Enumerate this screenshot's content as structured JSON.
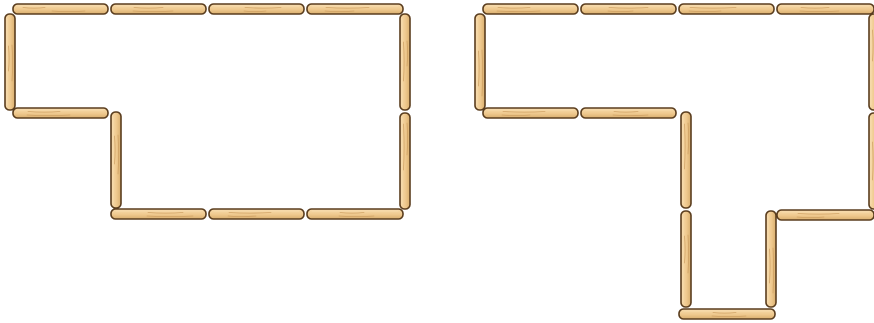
{
  "colors": {
    "stick_fill": "#efc98e",
    "stick_stroke": "#5a3d1e",
    "stick_highlight": "#f8dcae",
    "grain": "#c99a5c",
    "background": "#ffffff"
  },
  "figures": [
    {
      "name": "left-figure",
      "stick_count": 12
    },
    {
      "name": "right-figure",
      "stick_count": 14
    }
  ]
}
